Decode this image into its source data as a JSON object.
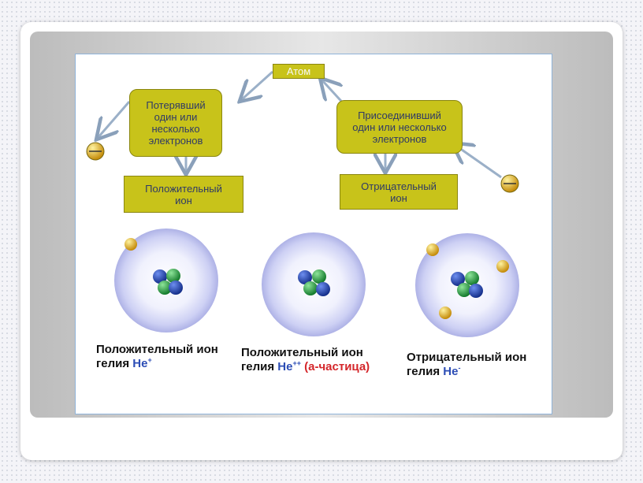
{
  "flowchart": {
    "atom": "Атом",
    "lost": "Потерявший\nодин или\nнесколько\nэлектронов",
    "gained": "Присоединивший\nодин или несколько\nэлектронов",
    "positive": "Положительный\nион",
    "negative": "Отрицательный\nион"
  },
  "captions": {
    "left": {
      "line1": "Положительный ион",
      "line2": "гелия",
      "he": "He",
      "charge": "+"
    },
    "middle": {
      "line1": "Положительный ион",
      "line2": "гелия",
      "he": "He",
      "charge": "++",
      "alpha": "(а-частица)"
    },
    "right": {
      "line1": "Отрицательный ион",
      "line2": "гелия",
      "he": "He",
      "charge": "-"
    }
  },
  "colors": {
    "box": "#c8c31a",
    "box_text": "#2f3a66",
    "proton": "#1f9a3a",
    "neutron": "#2040b0",
    "electron": "#e0b020",
    "shell": "#c9ccf2",
    "arrow": "#9bb0c8",
    "alpha": "#d4262a"
  },
  "decor": {
    "dot_colors": [
      "#4b2a6b",
      "#7aa3a8",
      "#c8c31a",
      "#d8d8e6"
    ]
  }
}
